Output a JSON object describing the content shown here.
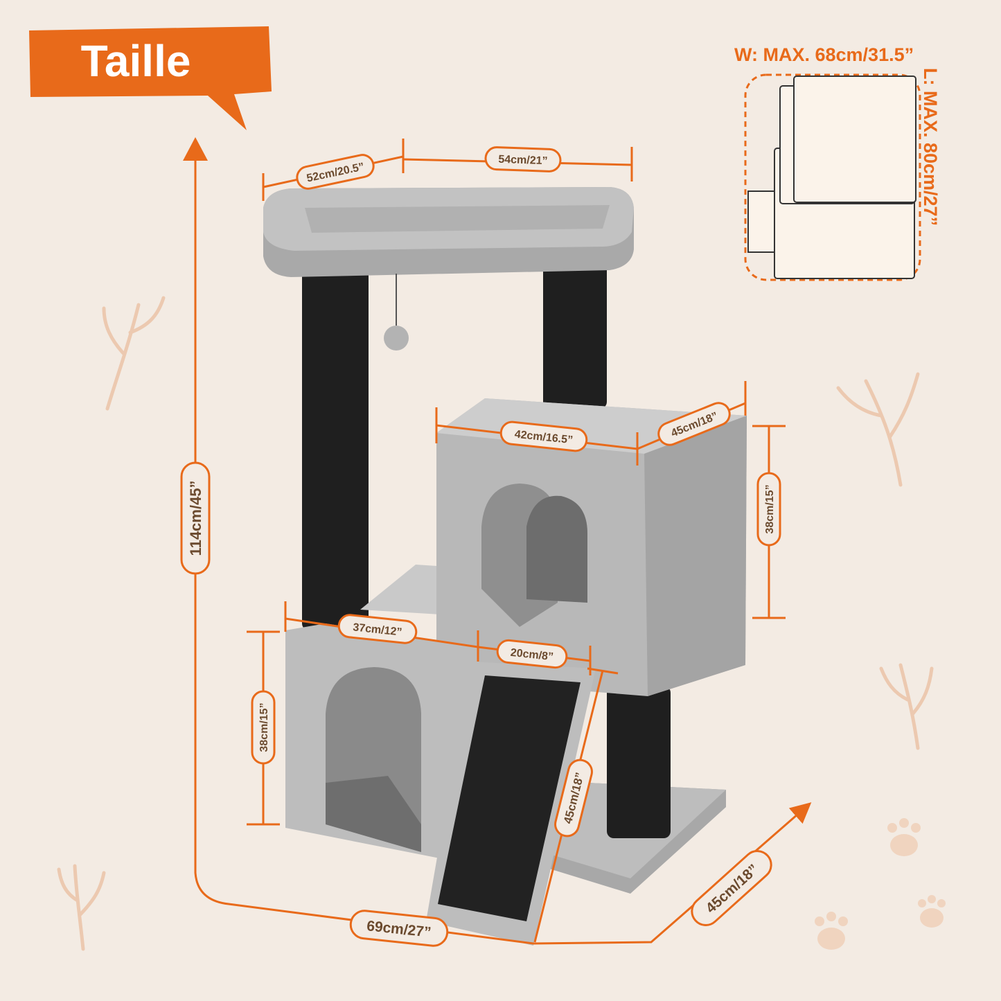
{
  "banner": {
    "title": "Taille"
  },
  "footprint": {
    "width_label": "W: MAX. 68cm/31.5”",
    "length_label": "L: MAX. 80cm/27”"
  },
  "dimensions": {
    "top_depth": "52cm/20.5”",
    "top_width": "54cm/21”",
    "cube_width": "42cm/16.5”",
    "cube_depth": "45cm/18”",
    "cube_height": "38cm/15”",
    "total_height": "114cm/45”",
    "lower_width": "37cm/12”",
    "ramp_width": "20cm/8”",
    "lower_height": "38cm/15”",
    "ramp_length": "45cm/18”",
    "base_width": "69cm/27”",
    "base_depth": "45cm/18”"
  },
  "colors": {
    "accent": "#e86a1a",
    "background": "#f3ebe3",
    "plush": "#b9b9b9",
    "sisal": "#1f1f1f"
  }
}
